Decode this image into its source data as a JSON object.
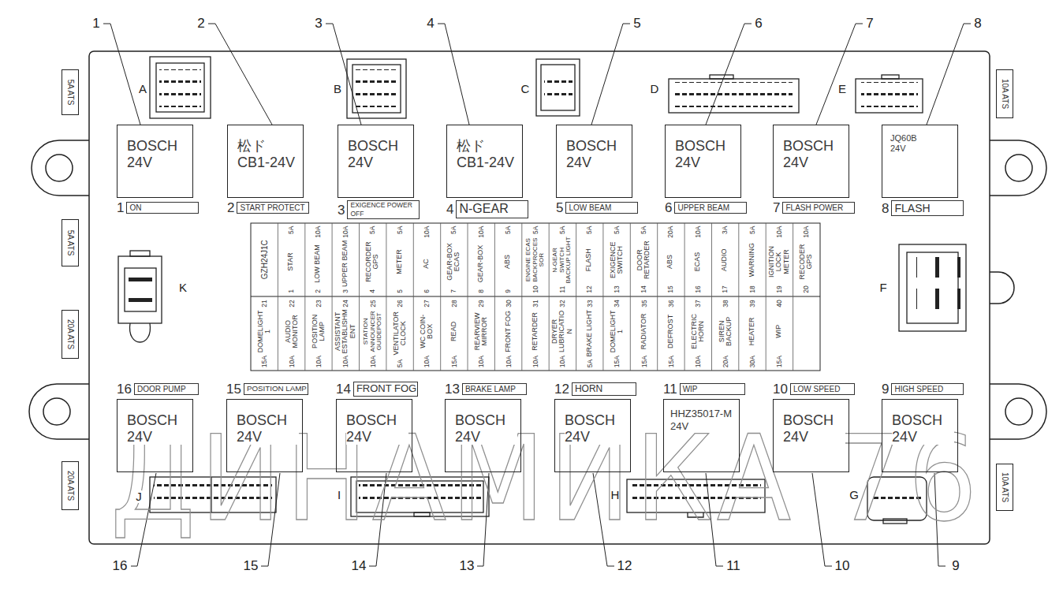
{
  "diagram": {
    "nodes": [
      {
        "text": [
          "BOSCH 24V",
          "1",
          "ON"
        ]
      },
      {
        "text": [
          "松ド CB1-24V",
          "2",
          "START PROTECT"
        ]
      },
      {
        "text": [
          "BOSCH 24V",
          "3",
          "EXIGENCE POWER OFF"
        ]
      },
      {
        "text": [
          "松ド CB1-24V",
          "4",
          "N-GEAR"
        ]
      },
      {
        "text": [
          "BOSCH 24V",
          "5",
          "LOW BEAM"
        ]
      },
      {
        "text": [
          "BOSCH 24V",
          "6",
          "UPPER BEAM"
        ]
      },
      {
        "text": [
          "BOSCH 24V",
          "7",
          "FLASH POWER"
        ]
      },
      {
        "text": [
          "JQ60B 24V",
          "8",
          "FLASH"
        ]
      },
      {
        "text": [
          "BOSCH 24V",
          "16",
          "DOOR PUMP"
        ]
      },
      {
        "text": [
          "BOSCH 24V",
          "15",
          "POSITION LAMP"
        ]
      },
      {
        "text": [
          "BOSCH 24V",
          "14",
          "FRONT FOG"
        ]
      },
      {
        "text": [
          "BOSCH 24V",
          "13",
          "BRAKE LAMP"
        ]
      },
      {
        "text": [
          "BOSCH 24V",
          "12",
          "HORN"
        ]
      },
      {
        "text": [
          "HHZ35017-M 24V",
          "11",
          "WIP"
        ]
      },
      {
        "text": [
          "BOSCH 24V",
          "10",
          "LOW SPEED"
        ]
      },
      {
        "text": [
          "BOSCH 24V",
          "9",
          "HIGH SPEED"
        ]
      },
      {
        "text": [
          "5A ATS"
        ]
      },
      {
        "text": [
          "5A ATS"
        ]
      },
      {
        "text": [
          "20A ATS"
        ]
      },
      {
        "text": [
          "20A ATS"
        ]
      },
      {
        "text": [
          "10A ATS"
        ]
      },
      {
        "text": [
          "10A ATS"
        ]
      }
    ],
    "labels": [
      "1",
      "2",
      "3",
      "4",
      "5",
      "6",
      "7",
      "8",
      "16",
      "15",
      "14",
      "13",
      "12",
      "11",
      "10",
      "9",
      "A",
      "B",
      "C",
      "D",
      "E",
      "F",
      "K",
      "J",
      "I",
      "H",
      "G",
      "ДИНАМИКА 76",
      "GZH24J1C",
      "STAR",
      "5A",
      "1",
      "LOW BEAM",
      "10A",
      "2",
      "UPPER BEAM",
      "10A",
      "3",
      "RECORDER GPS",
      "5A",
      "4",
      "METER",
      "5A",
      "5",
      "AC",
      "10A",
      "6",
      "GEAR-BOX ECAS",
      "5A",
      "7",
      "GEAR-BOX",
      "10A",
      "8",
      "ABS",
      "5A",
      "9",
      "ENGINE ECAS BACKPROCESSOR",
      "5A",
      "10",
      "N-GEAR SWITCH BACKUP LIGHT",
      "5A",
      "11",
      "FLASH",
      "5A",
      "12",
      "EXIGENCE SWITCH",
      "5A",
      "13",
      "DOOR RETARDER",
      "5A",
      "14",
      "ABS",
      "20A",
      "15",
      "ECAS",
      "10A",
      "16",
      "AUDIO",
      "3A",
      "17",
      "WARNING",
      "5A",
      "18",
      "IGNITION LOCK METER",
      "10A",
      "19",
      "RECODER GPS",
      "10A",
      "20",
      "DOMELIGHT 1",
      "15A",
      "21",
      "AUDIO MONITOR",
      "10A",
      "22",
      "POSITION LAMP",
      "10A",
      "23",
      "ASSISTANT ESTABLISHMENT",
      "10A",
      "24",
      "STATION ANNOUNCER GUIDEPOST",
      "10A",
      "25",
      "VENTILATOR CLOCK",
      "5A",
      "26",
      "WC COIN-BOX",
      "10A",
      "27",
      "READ",
      "15A",
      "28",
      "REARVIEW MIRROR",
      "10A",
      "29",
      "FRONT FOG",
      "10A",
      "30",
      "RETARDER",
      "10A",
      "31",
      "DRYER LUBRICATION",
      "10A",
      "32",
      "BRAKE LIGHT",
      "5A",
      "33",
      "DOMELIGHT 1",
      "15A",
      "34",
      "RADIATOR",
      "15A",
      "35",
      "DEFROST",
      "15A",
      "36",
      "ELECTRIC HORN",
      "10A",
      "37",
      "SIREN BACKUP",
      "20A",
      "38",
      "HEATER",
      "30A",
      "39",
      "WIP",
      "15A",
      "40"
    ]
  }
}
